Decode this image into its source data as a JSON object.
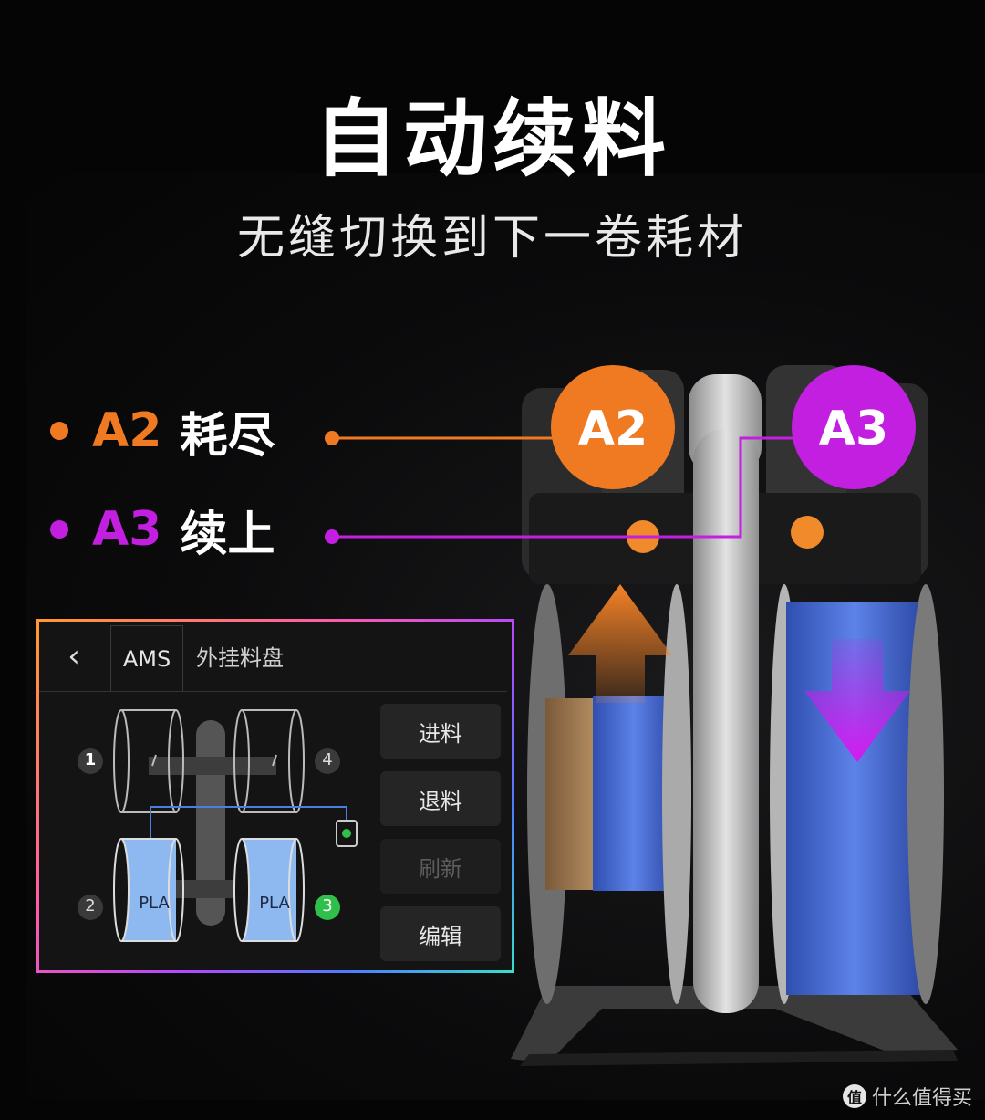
{
  "header": {
    "title": "自动续料",
    "subtitle": "无缝切换到下一卷耗材"
  },
  "legend": [
    {
      "code": "A2",
      "text": "耗尽",
      "color": "#f07a22"
    },
    {
      "code": "A3",
      "text": "续上",
      "color": "#c21fe0"
    }
  ],
  "callouts": {
    "a2": "A2",
    "a3": "A3"
  },
  "ams_ui": {
    "back_icon": "chevron-left-icon",
    "tabs": [
      {
        "label": "AMS"
      },
      {
        "label": "外挂料盘"
      }
    ],
    "slots": [
      {
        "number": "1",
        "material": ""
      },
      {
        "number": "2",
        "material": "PLA"
      },
      {
        "number": "3",
        "material": "PLA",
        "active": true
      },
      {
        "number": "4",
        "material": ""
      }
    ],
    "buttons": [
      {
        "label": "进料",
        "enabled": true
      },
      {
        "label": "退料",
        "enabled": true
      },
      {
        "label": "刷新",
        "enabled": false
      },
      {
        "label": "编辑",
        "enabled": true
      }
    ]
  },
  "colors": {
    "a2_orange": "#f07a22",
    "a3_purple": "#c21fe0",
    "filament_blue": "#4a6fd8",
    "spool_fill": "#8db8f0",
    "active_green": "#2fbf4a"
  },
  "watermark": {
    "text": "什么值得买"
  }
}
